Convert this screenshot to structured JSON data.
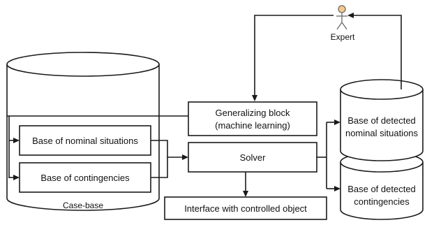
{
  "nodes": {
    "expert": "Expert",
    "case_base": "Case-base",
    "nominal_situations": "Base of nominal situations",
    "contingencies": "Base of contingencies",
    "generalizing_line1": "Generalizing block",
    "generalizing_line2": "(machine learning)",
    "solver": "Solver",
    "interface": "Interface with controlled object",
    "detected_nominal_line1": "Base of detected",
    "detected_nominal_line2": "nominal situations",
    "detected_contingencies_line1": "Base of detected",
    "detected_contingencies_line2": "contingencies"
  },
  "colors": {
    "actor_head": "#f4c98a",
    "actor_outline": "#6b6b6b",
    "line": "#1a1a1a"
  },
  "icons": {
    "expert": "person-actor-icon"
  }
}
